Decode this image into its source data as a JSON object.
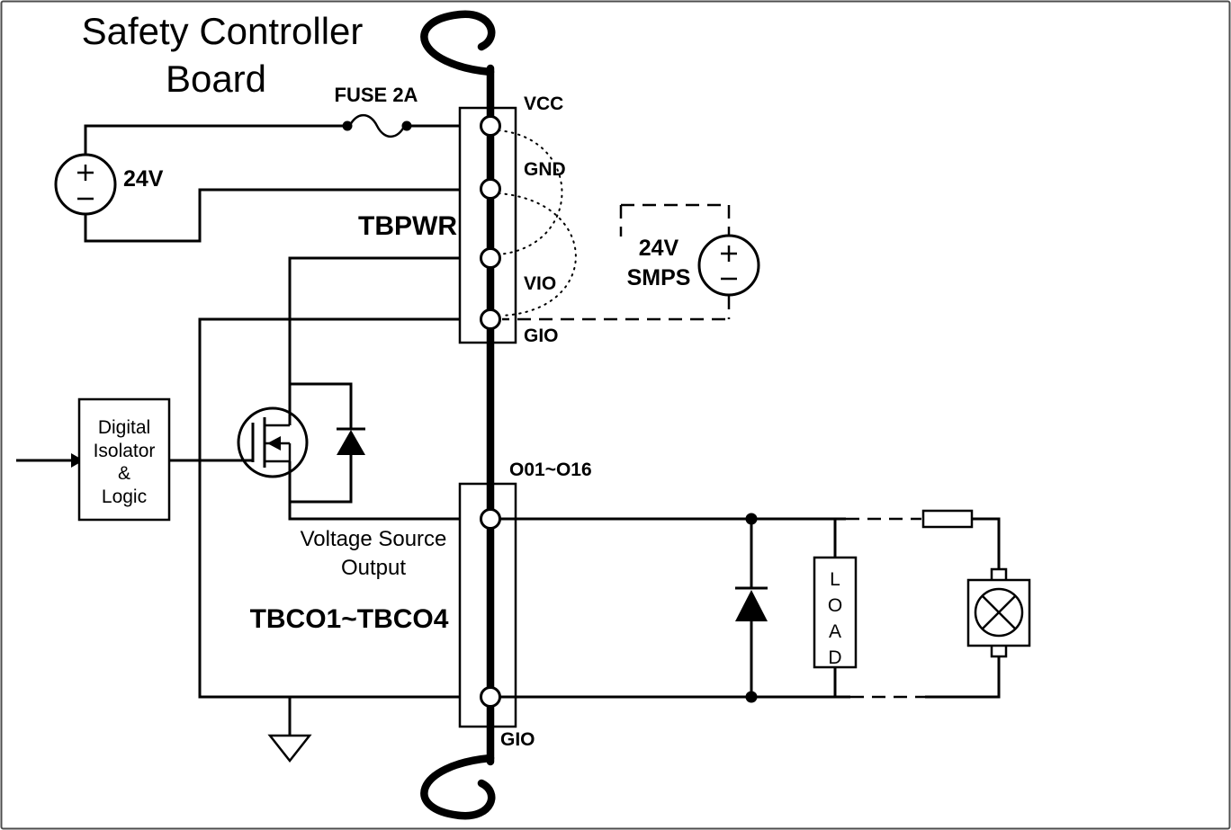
{
  "diagram": {
    "title_line1": "Safety Controller",
    "title_line2": "Board",
    "fuse_label": "FUSE 2A",
    "source_label": "24V",
    "tbpwr_label": "TBPWR",
    "pin_vcc": "VCC",
    "pin_gnd": "GND",
    "pin_vio": "VIO",
    "pin_gio": "GIO",
    "smps_line1": "24V",
    "smps_line2": "SMPS",
    "isolator_line1": "Digital",
    "isolator_line2": "Isolator",
    "isolator_line3": "&",
    "isolator_line4": "Logic",
    "output_line1": "Voltage Source",
    "output_line2": "Output",
    "tbco_label": "TBCO1~TBCO4",
    "output_range_label": "O01~O16",
    "gio_bottom_label": "GIO",
    "load_letters": [
      "L",
      "O",
      "A",
      "D"
    ],
    "colors": {
      "line": "#000000",
      "bg": "#ffffff",
      "border": "#4d4d4d"
    }
  }
}
